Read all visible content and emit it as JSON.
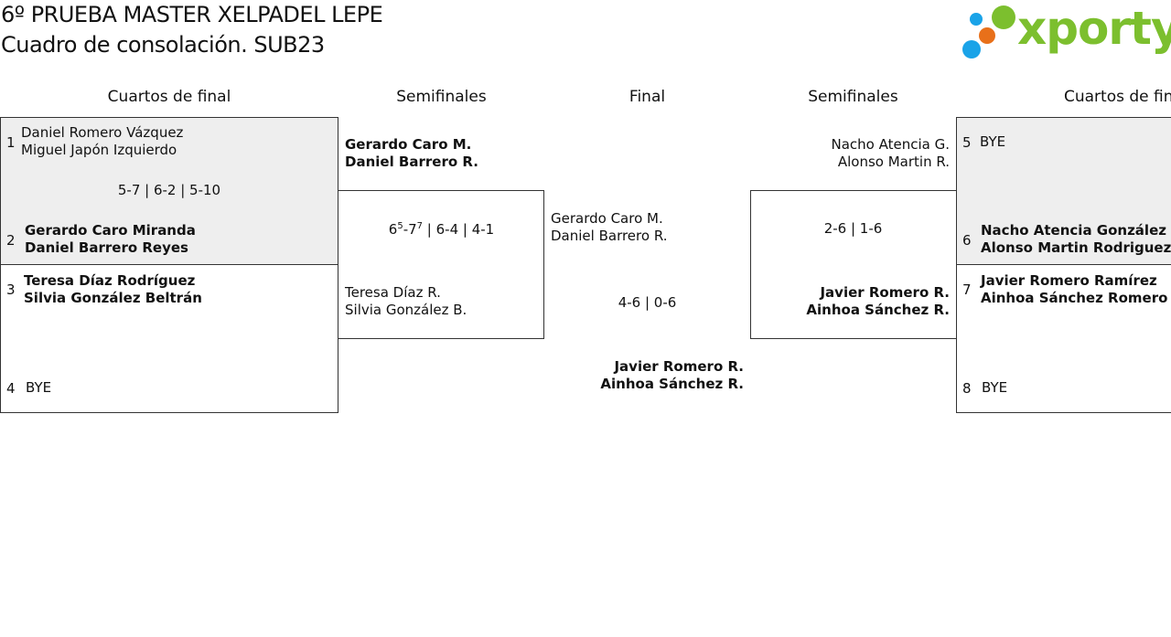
{
  "header": {
    "title": "6º PRUEBA MASTER XELPADEL LEPE",
    "subtitle": "Cuadro de consolación. SUB23",
    "logo_text": "xporty"
  },
  "colors": {
    "logo_green": "#7cbf2e",
    "logo_blue": "#1aa3e8",
    "logo_orange": "#e8701a",
    "shade": "#eeeeee"
  },
  "rounds": {
    "left_quarters": "Cuartos de final",
    "left_semis": "Semifinales",
    "final": "Final",
    "right_semis": "Semifinales",
    "right_quarters": "Cuartos de final"
  },
  "left_quarters": {
    "m1": {
      "p1_seed": "1",
      "p1_a": "Daniel Romero Vázquez",
      "p1_b": "Miguel Japón Izquierdo",
      "score": "5-7 | 6-2 | 5-10",
      "p2_seed": "2",
      "p2_a": "Gerardo Caro Miranda",
      "p2_b": "Daniel Barrero Reyes"
    },
    "m2": {
      "p1_seed": "3",
      "p1_a": "Teresa Díaz Rodríguez",
      "p1_b": "Silvia González Beltrán",
      "p2_seed": "4",
      "p2_a": "BYE"
    }
  },
  "left_semis": {
    "top_a": "Gerardo Caro M.",
    "top_b": "Daniel Barrero R.",
    "score_base1": "6",
    "score_sup1": "5",
    "score_mid": "-7",
    "score_sup2": "7",
    "score_rest": " | 6-4 | 4-1",
    "bottom_a": "Teresa Díaz R.",
    "bottom_b": "Silvia González B."
  },
  "final": {
    "top_a": "Gerardo Caro M.",
    "top_b": "Daniel Barrero R.",
    "score": "4-6 | 0-6",
    "bottom_a": "Javier Romero R.",
    "bottom_b": "Ainhoa Sánchez R."
  },
  "right_semis": {
    "top_a": "Nacho Atencia G.",
    "top_b": "Alonso Martin R.",
    "score": "2-6 | 1-6",
    "bottom_a": "Javier Romero R.",
    "bottom_b": "Ainhoa Sánchez R."
  },
  "right_quarters": {
    "m1": {
      "p1_seed": "5",
      "p1_a": "BYE",
      "p2_seed": "6",
      "p2_a": "Nacho Atencia González",
      "p2_b": "Alonso Martin Rodriguez"
    },
    "m2": {
      "p1_seed": "7",
      "p1_a": "Javier Romero Ramírez",
      "p1_b": "Ainhoa Sánchez Romero",
      "p2_seed": "8",
      "p2_a": "BYE"
    }
  }
}
